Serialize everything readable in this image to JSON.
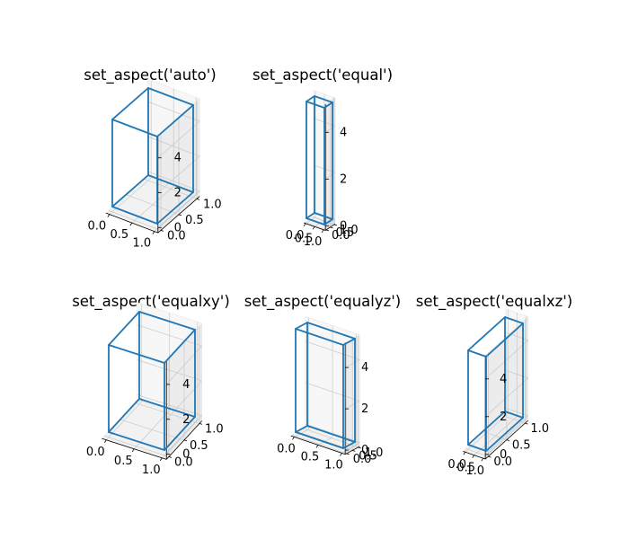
{
  "figure": {
    "background_color": "#ffffff"
  },
  "chart_data": [
    {
      "type": "3d-wireframe-box",
      "title": "set_aspect('auto')",
      "aspect": "auto",
      "box": {
        "x": [
          0,
          1
        ],
        "y": [
          0,
          1
        ],
        "z": [
          0,
          5
        ]
      },
      "xlim": [
        0,
        1
      ],
      "ylim": [
        0,
        1
      ],
      "zlim": [
        0,
        5
      ],
      "x_ticks": [
        "0.0",
        "0.5",
        "1.0"
      ],
      "y_ticks": [
        "0.0",
        "0.5",
        "1.0"
      ],
      "z_ticks": [
        "0",
        "2",
        "4"
      ],
      "line_color": "#1f77b4",
      "grid": true
    },
    {
      "type": "3d-wireframe-box",
      "title": "set_aspect('equal')",
      "aspect": "equal",
      "box": {
        "x": [
          0,
          1
        ],
        "y": [
          0,
          1
        ],
        "z": [
          0,
          5
        ]
      },
      "xlim": [
        0,
        1
      ],
      "ylim": [
        0,
        1
      ],
      "zlim": [
        0,
        5
      ],
      "x_ticks": [
        "0.0",
        "0.5",
        "1.0"
      ],
      "y_ticks": [
        "0.0",
        "0.5",
        "1.0"
      ],
      "z_ticks": [
        "0",
        "2",
        "4"
      ],
      "line_color": "#1f77b4",
      "grid": true
    },
    {
      "type": "3d-wireframe-box",
      "title": "set_aspect('equalxy')",
      "aspect": "equalxy",
      "box": {
        "x": [
          0,
          1
        ],
        "y": [
          0,
          1
        ],
        "z": [
          0,
          5
        ]
      },
      "xlim": [
        0,
        1
      ],
      "ylim": [
        0,
        1
      ],
      "zlim": [
        0,
        5
      ],
      "x_ticks": [
        "0.0",
        "0.5",
        "1.0"
      ],
      "y_ticks": [
        "0.0",
        "0.5",
        "1.0"
      ],
      "z_ticks": [
        "0",
        "2",
        "4"
      ],
      "line_color": "#1f77b4",
      "grid": true
    },
    {
      "type": "3d-wireframe-box",
      "title": "set_aspect('equalyz')",
      "aspect": "equalyz",
      "box": {
        "x": [
          0,
          1
        ],
        "y": [
          0,
          1
        ],
        "z": [
          0,
          5
        ]
      },
      "xlim": [
        0,
        1
      ],
      "ylim": [
        0,
        1
      ],
      "zlim": [
        0,
        5
      ],
      "x_ticks": [
        "0.0",
        "0.5",
        "1.0"
      ],
      "y_ticks": [
        "0.0",
        "0.5",
        "1.0"
      ],
      "z_ticks": [
        "0",
        "2",
        "4"
      ],
      "line_color": "#1f77b4",
      "grid": true
    },
    {
      "type": "3d-wireframe-box",
      "title": "set_aspect('equalxz')",
      "aspect": "equalxz",
      "box": {
        "x": [
          0,
          1
        ],
        "y": [
          0,
          1
        ],
        "z": [
          0,
          5
        ]
      },
      "xlim": [
        0,
        1
      ],
      "ylim": [
        0,
        1
      ],
      "zlim": [
        0,
        5
      ],
      "x_ticks": [
        "0.0",
        "0.5",
        "1.0"
      ],
      "y_ticks": [
        "0.0",
        "0.5",
        "1.0"
      ],
      "z_ticks": [
        "0",
        "2",
        "4"
      ],
      "line_color": "#1f77b4",
      "grid": true
    }
  ]
}
